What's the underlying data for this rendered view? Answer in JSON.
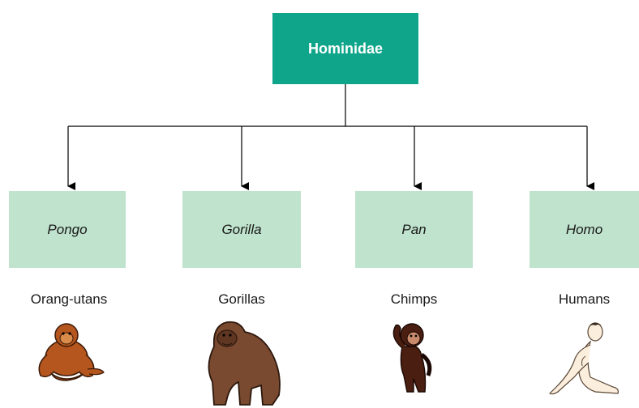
{
  "root": {
    "label": "Hominidae",
    "color": "#0fa58a"
  },
  "children": [
    {
      "genus": "Pongo",
      "common": "Orang-utans",
      "icon": "orang-utan-icon"
    },
    {
      "genus": "Gorilla",
      "common": "Gorillas",
      "icon": "gorilla-icon"
    },
    {
      "genus": "Pan",
      "common": "Chimps",
      "icon": "chimp-icon"
    },
    {
      "genus": "Homo",
      "common": "Humans",
      "icon": "human-icon"
    }
  ],
  "colors": {
    "genus_box": "#bfe3cc",
    "connector": "#000000"
  }
}
